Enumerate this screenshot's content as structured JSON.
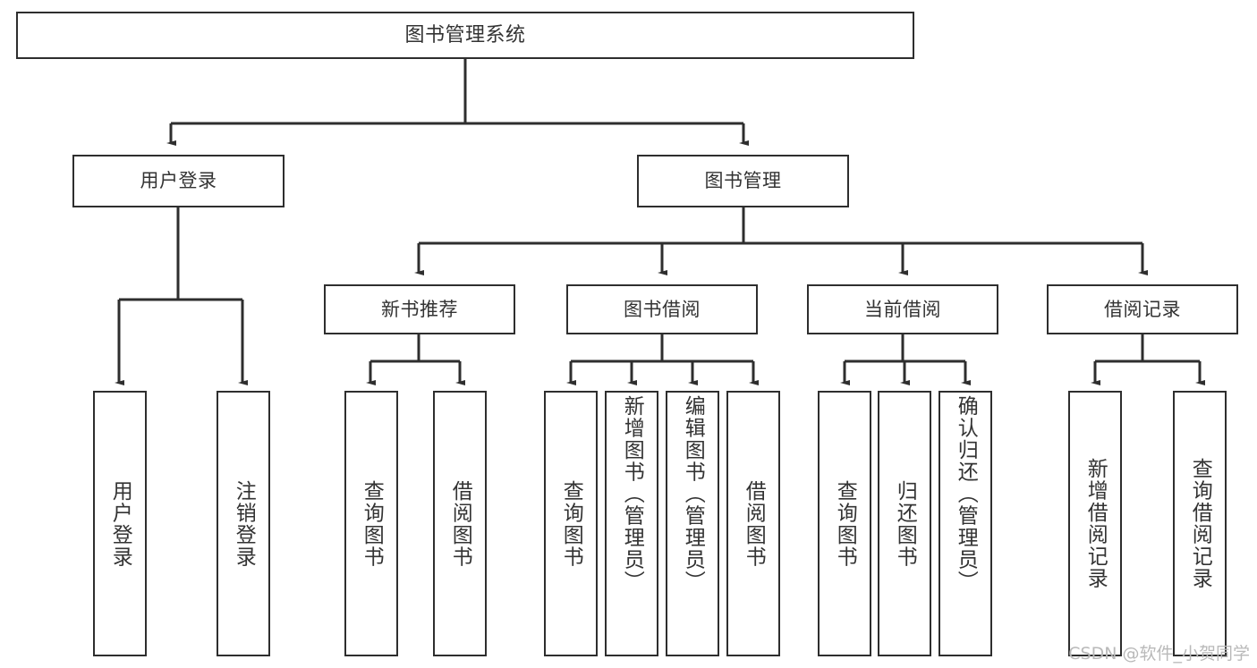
{
  "diagram": {
    "title": "图书管理系统",
    "type": "tree-hierarchy",
    "watermark": "CSDN @软件_小贺同学",
    "stroke_color": "#2e2e2e",
    "text_color": "#333333",
    "background_color": "#ffffff",
    "watermark_color": "#b9b9b9"
  },
  "nodes": {
    "root": {
      "label": "图书管理系统",
      "level": 0
    },
    "level1": [
      {
        "id": "user-login",
        "label": "用户登录"
      },
      {
        "id": "book-manage",
        "label": "图书管理"
      }
    ],
    "level2": [
      {
        "id": "new-book-recommend",
        "label": "新书推荐",
        "parent": "book-manage"
      },
      {
        "id": "book-borrow",
        "label": "图书借阅",
        "parent": "book-manage"
      },
      {
        "id": "current-borrow",
        "label": "当前借阅",
        "parent": "book-manage"
      },
      {
        "id": "borrow-record",
        "label": "借阅记录",
        "parent": "book-manage"
      }
    ],
    "leaves": {
      "user-login": [
        {
          "id": "leaf-user-login",
          "label": "用户登录"
        },
        {
          "id": "leaf-logout",
          "label": "注销登录"
        }
      ],
      "new-book-recommend": [
        {
          "id": "leaf-query-book-1",
          "label": "查询图书"
        },
        {
          "id": "leaf-borrow-book-1",
          "label": "借阅图书"
        }
      ],
      "book-borrow": [
        {
          "id": "leaf-query-book-2",
          "label": "查询图书"
        },
        {
          "id": "leaf-add-book",
          "label": "新增图书（管理员）"
        },
        {
          "id": "leaf-edit-book",
          "label": "编辑图书（管理员）"
        },
        {
          "id": "leaf-borrow-book-2",
          "label": "借阅图书"
        }
      ],
      "current-borrow": [
        {
          "id": "leaf-query-book-3",
          "label": "查询图书"
        },
        {
          "id": "leaf-return-book",
          "label": "归还图书"
        },
        {
          "id": "leaf-confirm-return",
          "label": "确认归还（管理员）"
        }
      ],
      "borrow-record": [
        {
          "id": "leaf-add-record",
          "label": "新增借阅记录"
        },
        {
          "id": "leaf-query-record",
          "label": "查询借阅记录"
        }
      ]
    }
  }
}
